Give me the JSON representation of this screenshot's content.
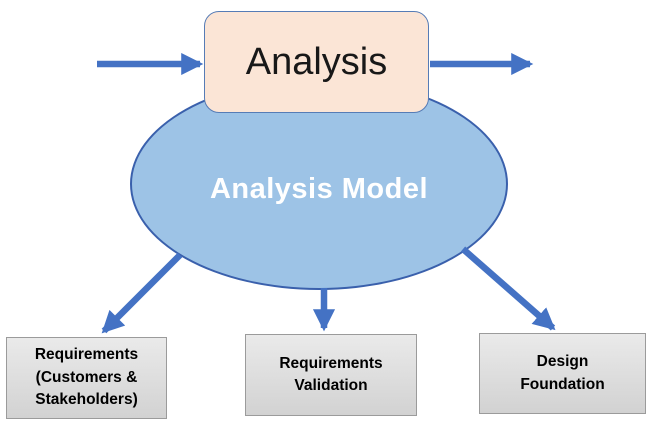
{
  "diagram": {
    "process": {
      "label": "Analysis"
    },
    "model": {
      "label": "Analysis Model"
    },
    "outputs": [
      {
        "label": "Requirements\n(Customers &\nStakeholders)"
      },
      {
        "label": "Requirements\nValidation"
      },
      {
        "label": "Design\nFoundation"
      }
    ],
    "colors": {
      "arrow_blue": "#4472C4",
      "process_fill": "#FBE5D6",
      "process_border": "#567CB6",
      "ellipse_fill": "#9DC3E6",
      "ellipse_border": "#3A60AC",
      "output_fill": "#D9D9D9",
      "output_border": "#9B9B9B"
    }
  }
}
